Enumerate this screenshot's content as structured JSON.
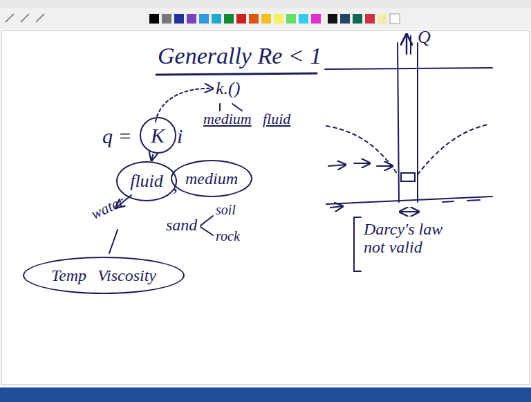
{
  "diagram": {
    "nodes": [
      {
        "text": [
          "K"
        ]
      },
      {
        "text": [
          "fluid"
        ]
      },
      {
        "text": [
          "medium"
        ]
      },
      {
        "text": [
          "Temp",
          "Viscosity"
        ]
      }
    ],
    "edges": [
      {
        "from": 0,
        "to": 1,
        "arrow": "to"
      }
    ],
    "labels": [
      "Generally Re < 1",
      "q =",
      "i",
      "k.()",
      "medium",
      "fluid",
      ",",
      "water",
      "sand",
      "soil",
      "rock",
      "Q",
      "Darcy's law not valid"
    ]
  }
}
